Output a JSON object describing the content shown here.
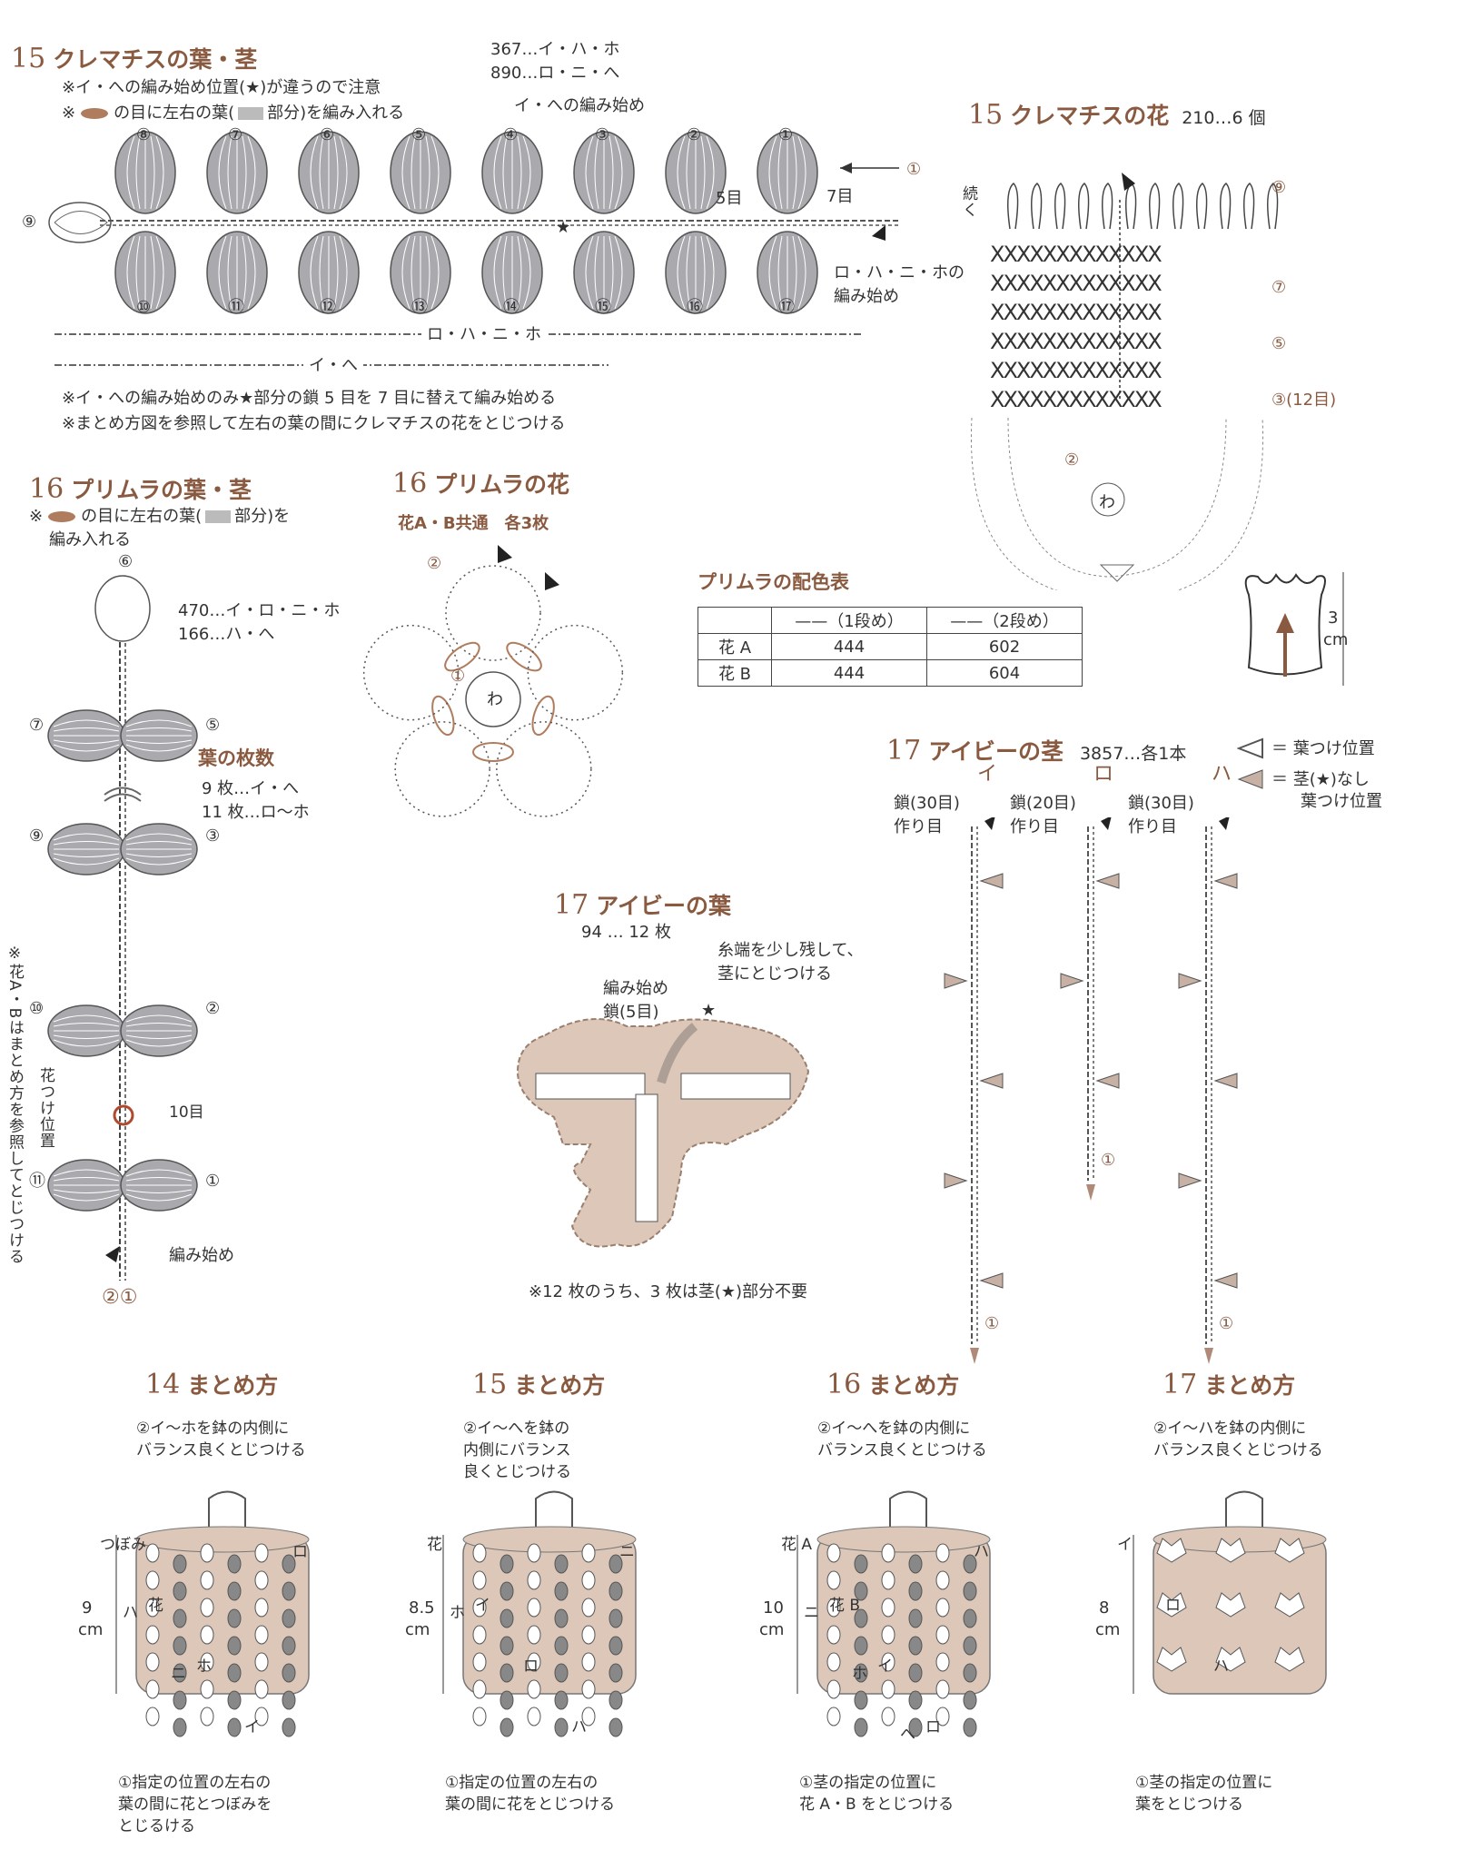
{
  "s15_leaf": {
    "heading_num": "15",
    "heading_title": "クレマチスの葉・茎",
    "note1": "※イ・への編み始め位置(★)が違うので注意",
    "note2_prefix": "※",
    "note2_suffix": "の目に左右の葉(",
    "note2_end": "部分)を編み入れる",
    "yarn1": "367…イ・ハ・ホ",
    "yarn2": "890…ロ・ニ・へ",
    "start_i_he": "イ・への編み始め",
    "top_leaf_numbers": [
      "⑧",
      "⑦",
      "⑥",
      "⑤",
      "④",
      "③",
      "②",
      "①"
    ],
    "bottom_leaf_numbers": [
      "⑩",
      "⑪",
      "⑫",
      "⑬",
      "⑭",
      "⑮",
      "⑯",
      "⑰"
    ],
    "left_number": "⑨",
    "row1_label": "①",
    "five": "5目",
    "seven": "7目",
    "start_ro": "ロ・ハ・ニ・ホの",
    "start_ro2": "編み始め",
    "range1": "ロ・ハ・ニ・ホ",
    "range2": "イ・へ",
    "foot1": "※イ・への編み始めのみ★部分の鎖 5 目を 7 目に替えて編み始める",
    "foot2": "※まとめ方図を参照して左右の葉の間にクレマチスの花をとじつける"
  },
  "s15_flower": {
    "heading_num": "15",
    "heading_title": "クレマチスの花",
    "yarn": "210…6 個",
    "continue": "続く",
    "row_labels": [
      "⑨",
      "⑦",
      "⑤",
      "③(12目)"
    ],
    "center": "わ",
    "row2": "②",
    "size": "3",
    "unit": "cm"
  },
  "s16_leaf": {
    "heading_num": "16",
    "heading_title": "プリムラの葉・茎",
    "note_prefix": "※",
    "note_mid": "の目に左右の葉(",
    "note_end": "部分)を",
    "note_line2": "編み入れる",
    "top_num": "⑥",
    "yarn1": "470…イ・ロ・ニ・ホ",
    "yarn2": "166…ハ・へ",
    "leaf_count_title": "葉の枚数",
    "leaf_count1": "9 枚…イ・へ",
    "leaf_count2": "11 枚…ロ〜ホ",
    "left_nums": [
      "⑦",
      "⑨",
      "⑩",
      "⑪"
    ],
    "right_nums": [
      "⑤",
      "③",
      "②",
      "①"
    ],
    "flower_pos": "花つけ位置",
    "ten": "10目",
    "start": "編み始め",
    "bottom": "②①",
    "side_note": "※花A・Bはまとめ方を参照してとじつける"
  },
  "s16_flower": {
    "heading_num": "16",
    "heading_title": "プリムラの花",
    "sub": "花A・B共通　各3枚",
    "center": "わ",
    "r1": "①",
    "r2": "②"
  },
  "color_table": {
    "title": "プリムラの配色表",
    "headers": [
      "",
      "——（1段め）",
      "——（2段め）"
    ],
    "rows": [
      [
        "花 A",
        "444",
        "602"
      ],
      [
        "花 B",
        "444",
        "604"
      ]
    ]
  },
  "s17_leaf": {
    "heading_num": "17",
    "heading_title": "アイビーの葉",
    "yarn": "94 … 12 枚",
    "note1": "糸端を少し残して、",
    "note2": "茎にとじつける",
    "start1": "編み始め",
    "start2": "鎖(5目)",
    "foot": "※12 枚のうち、3 枚は茎(★)部分不要"
  },
  "s17_stem": {
    "heading_num": "17",
    "heading_title": "アイビーの茎",
    "yarn": "3857…各1本",
    "legend1": "＝ 葉つけ位置",
    "legend2a": "＝ 茎(★)なし",
    "legend2b": "葉つけ位置",
    "cols": [
      "イ",
      "ロ",
      "ハ"
    ],
    "chains": [
      "鎖(30目)",
      "鎖(20目)",
      "鎖(30目)"
    ],
    "base": "作り目",
    "one": "①"
  },
  "assembly": [
    {
      "num": "14",
      "title": "まとめ方",
      "note_top": [
        "②イ〜ホを鉢の内側に",
        "バランス良くとじつける"
      ],
      "labels": [
        "つぼみ",
        "花",
        "ホ",
        "イ",
        "ロ",
        "ハ",
        "ニ"
      ],
      "size": "9",
      "unit": "cm",
      "note_bottom": [
        "①指定の位置の左右の",
        "葉の間に花とつぼみを",
        "とじるける"
      ]
    },
    {
      "num": "15",
      "title": "まとめ方",
      "note_top": [
        "②イ〜へを鉢の",
        "内側にバランス",
        "良くとじつける"
      ],
      "labels": [
        "花",
        "イ",
        "ロ",
        "ハ",
        "ニ",
        "ホ"
      ],
      "size": "8.5",
      "unit": "cm",
      "note_bottom": [
        "①指定の位置の左右の",
        "葉の間に花をとじつける"
      ]
    },
    {
      "num": "16",
      "title": "まとめ方",
      "note_top": [
        "②イ〜へを鉢の内側に",
        "バランス良くとじつける"
      ],
      "labels": [
        "花 A",
        "花 B",
        "イ",
        "ロ",
        "ハ",
        "ニ",
        "ホ",
        "へ"
      ],
      "size": "10",
      "unit": "cm",
      "note_bottom": [
        "①茎の指定の位置に",
        "花 A・B をとじつける"
      ]
    },
    {
      "num": "17",
      "title": "まとめ方",
      "note_top": [
        "②イ〜ハを鉢の内側に",
        "バランス良くとじつける"
      ],
      "labels": [
        "イ",
        "ロ",
        "ハ"
      ],
      "size": "8",
      "unit": "cm",
      "note_bottom": [
        "①茎の指定の位置に",
        "葉をとじつける"
      ]
    }
  ],
  "colors": {
    "accent": "#8a5a40",
    "leaf_fill": "#a9a9ae",
    "pot": "#dcc7b8",
    "ivy_leaf": "#d9c2b4",
    "flower": "#b07c5e"
  }
}
